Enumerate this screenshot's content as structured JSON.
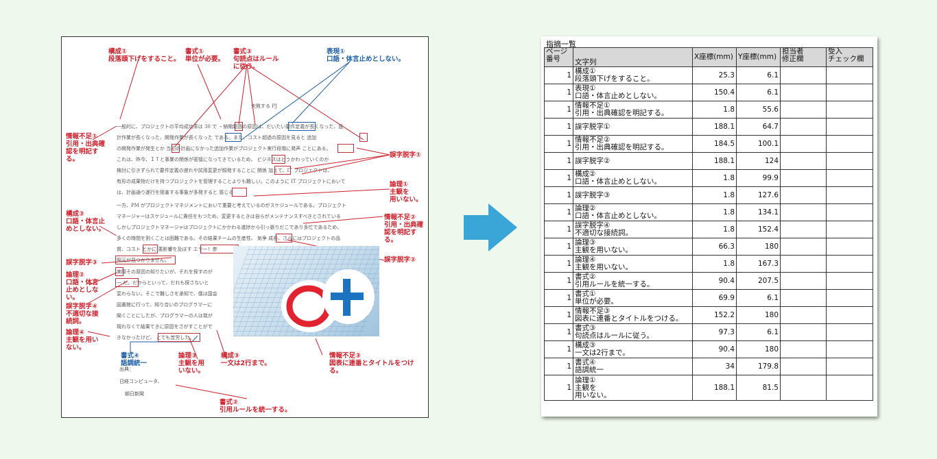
{
  "colors": {
    "background": "#eef8ec",
    "red_annotation": "#d01f2a",
    "blue_annotation": "#1d5fa6",
    "arrow": "#3aa6d8",
    "table_header_bg": "#d8d8d8"
  },
  "document": {
    "title": "失敗する PJ",
    "body_lines": [
      "一般的に、プロジェクトの平均成功率は 30 で ・納期超過の原因は、だいたい要件定義が長くなった、設",
      "計作業が長くなった、開発作業が長くなった  である。また、コスト超過の原因を見ると  追加",
      "の開発作業が発生とか  当初の計画になかった追加作業がプロジェクト実行段階に発声 ことにある。",
      "これは、昨今、ＩＴと事業の関係が密接になってきているため、  ビジネスはどうかわっていくのか",
      "検討に引きずられて要件定義の遅れや試用変更が頻発することに 関係  加えて、IT プロジェクトは、",
      "有形の成果物だけを持つプロジェクトを管理することよりも難しい。このように IT プロジェクトにおいて",
      "は、計画通り遂行を阻害する事象が多発すると 感じる",
      "一方、PM がプロジェクトマネジメントにおいて重要と考えているのがスケジュールである。プロジェクト",
      "マネージャーはスケジュールに責任をもつため、変更するときは自らがメンテナンスすべきとされている",
      "しかしプロジェクトマネージャはプロジェクトにかかわる進捗から引っ張りだこであり多忙であるため、",
      "多くの時間を割くことは困難である。その結果チームの生産性、 気争 成長、さらにはプロジェクトの品",
      "質、コスト とかに 悪影響を及ぼす エラー！参",
      "照元が見つかりません。"
    ],
    "body_lines_left": [
      "実際その原因の知りたいが、それを探すのが",
      "一 だ。だからといって、だれも探さないと",
      "変わらない。そこで難しさを承知で、僕は国会",
      "図書館に行って、知り合いのプログラマーに",
      "聞くことにしたが、プログラマーの人は我が",
      "現れなくて結果てきに原因をさがすことがで",
      "きなかったけど、 とても苦労した。"
    ],
    "sources": [
      "出典：",
      "日経コンピュータ、",
      "朝日新聞"
    ],
    "annotations": {
      "a1": "構成①\n段落頭下げをすること。",
      "a2": "書式①\n単位が必要。",
      "a3": "書式③\n句読点はルール\nに従う。",
      "a4": "表現①\n口語・体言止めとしない。",
      "a5": "情報不足①\n引用・出典確\n認を明記す\nる。",
      "a6": "誤字脱字①",
      "a7": "論理①\n主観を\n用いない。",
      "a8": "構成②\n口語・体言止\nめとしない。",
      "a9": "情報不足②\n引用・出典確\n認を明記す\nる。",
      "a10": "誤字脱字②",
      "a11": "誤字脱字③",
      "a12": "論理②\n口語・体言\n止めとしな\nい。",
      "a13": "誤字脱字④\n不適切な接\n続詞。",
      "a14": "論理④\n主観を用い\nない。",
      "a15": "書式④\n語調統一",
      "a16": "論理③\n主観を用\nいない。",
      "a17": "構成③\n一文は2行まで。",
      "a18": "情報不足③\n図表に連番とタイトルをつけ\nる。",
      "a19": "書式②\n引用ルールを統一する。"
    }
  },
  "table": {
    "title": "指摘一覧",
    "headers": [
      "ページ\n番号",
      "文字列",
      "X座標(mm)",
      "Y座標(mm)",
      "担当者\n修正欄",
      "受入\nチェック欄"
    ],
    "rows": [
      {
        "page": "1",
        "text": "構成①\n段落頭下げをすること。",
        "x": "25.3",
        "y": "6.1",
        "tall": false
      },
      {
        "page": "1",
        "text": "表現①\n口語・体言止めとしない。",
        "x": "150.4",
        "y": "6.1",
        "tall": false
      },
      {
        "page": "1",
        "text": "情報不足①\n引用・出典確認を明記する。",
        "x": "1.8",
        "y": "55.6",
        "tall": false
      },
      {
        "page": "1",
        "text": "誤字脱字①\n",
        "x": "188.1",
        "y": "64.7",
        "tall": false
      },
      {
        "page": "1",
        "text": "情報不足②\n引用・出典確認を明記する。",
        "x": "184.5",
        "y": "100.1",
        "tall": false
      },
      {
        "page": "1",
        "text": "誤字脱字②\n",
        "x": "188.1",
        "y": "124",
        "tall": false
      },
      {
        "page": "1",
        "text": "構成②\n口語・体言止めとしない。",
        "x": "1.8",
        "y": "99.9",
        "tall": false
      },
      {
        "page": "1",
        "text": "誤字脱字③\n",
        "x": "1.8",
        "y": "127.6",
        "tall": false
      },
      {
        "page": "1",
        "text": "論理②\n口語・体言止めとしない。",
        "x": "1.8",
        "y": "134.1",
        "tall": false
      },
      {
        "page": "1",
        "text": "誤字脱字④\n不適切な接続詞。",
        "x": "1.8",
        "y": "152.4",
        "tall": false
      },
      {
        "page": "1",
        "text": "論理③\n主観を用いない。",
        "x": "66.3",
        "y": "180",
        "tall": false
      },
      {
        "page": "1",
        "text": "論理④\n主観を用いない。",
        "x": "1.8",
        "y": "167.3",
        "tall": false
      },
      {
        "page": "1",
        "text": "書式②\n引用ルールを統一する。",
        "x": "90.4",
        "y": "207.5",
        "tall": false
      },
      {
        "page": "1",
        "text": "書式①\n単位が必要。",
        "x": "69.9",
        "y": "6.1",
        "tall": false
      },
      {
        "page": "1",
        "text": "情報不足③\n図表に連番とタイトルをつける。",
        "x": "152.2",
        "y": "180",
        "tall": false
      },
      {
        "page": "1",
        "text": "書式③\n句読点はルールに従う。",
        "x": "97.3",
        "y": "6.1",
        "tall": false
      },
      {
        "page": "1",
        "text": "構成③\n一文は2行まで。",
        "x": "90.4",
        "y": "180",
        "tall": false
      },
      {
        "page": "1",
        "text": "書式④\n語調統一",
        "x": "34",
        "y": "179.8",
        "tall": false
      },
      {
        "page": "1",
        "text": "論理①\n主観を\n用いない。",
        "x": "188.1",
        "y": "81.5",
        "tall": true
      }
    ]
  }
}
